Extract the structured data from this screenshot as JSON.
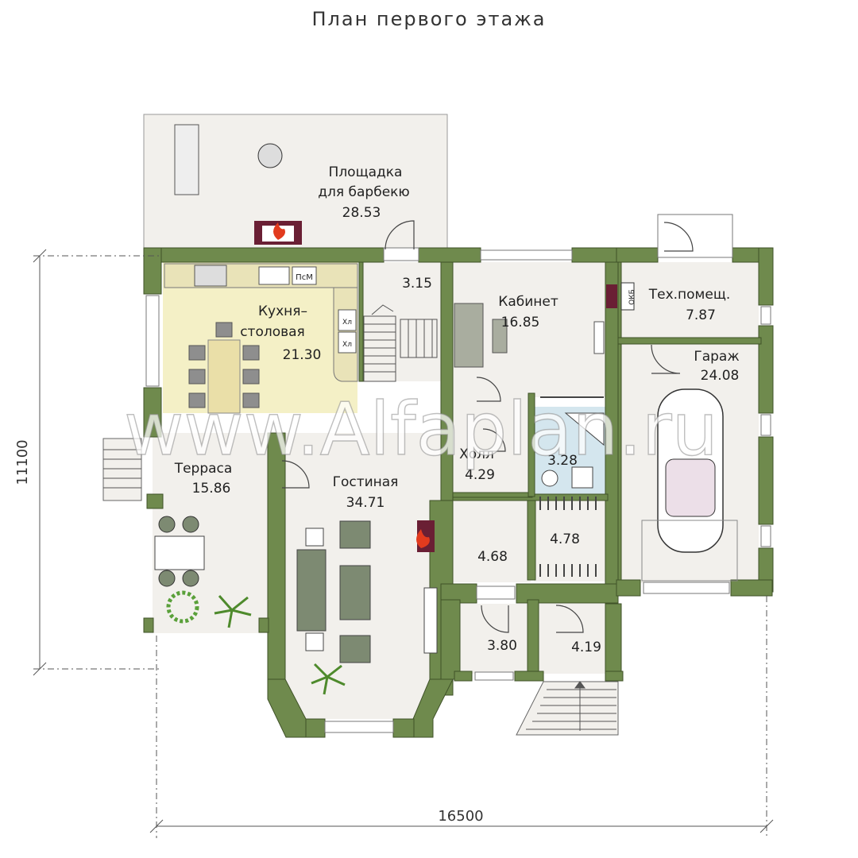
{
  "title": "План первого этажа",
  "rooms": {
    "bbq_name_1": "Площадка",
    "bbq_name_2": "для барбекю",
    "bbq_area": "28.53",
    "kitchen_name_1": "Кухня–",
    "kitchen_name_2": "столовая",
    "kitchen_area": "21.30",
    "stair_area": "3.15",
    "study_name": "Кабинет",
    "study_area": "16.85",
    "tech_name": "Тех.помещ.",
    "tech_area": "7.87",
    "garage_name": "Гараж",
    "garage_area": "24.08",
    "terrace_name": "Терраса",
    "terrace_area": "15.86",
    "living_name": "Гостиная",
    "living_area": "34.71",
    "hall_name": "Холл",
    "hall_area": "4.29",
    "bath_area": "3.28",
    "storage_area": "4.68",
    "wardrobe_area": "4.78",
    "vestibule_area": "3.80",
    "entry_area": "4.19"
  },
  "labels": {
    "psm": "ПсМ",
    "xl1": "Хл",
    "xl2": "Хл",
    "okb": "ОКБ"
  },
  "dimensions": {
    "width": "16500",
    "height": "11100"
  },
  "watermark": "www.Alfaplan.ru",
  "colors": {
    "wall": "#6f8a4d",
    "floor": "#f2f0ec",
    "kitchen_floor": "#f4f0c6",
    "bath_floor": "#d4e6ee",
    "furniture": "#7d8a72",
    "fireplace": "#6a1f34"
  }
}
